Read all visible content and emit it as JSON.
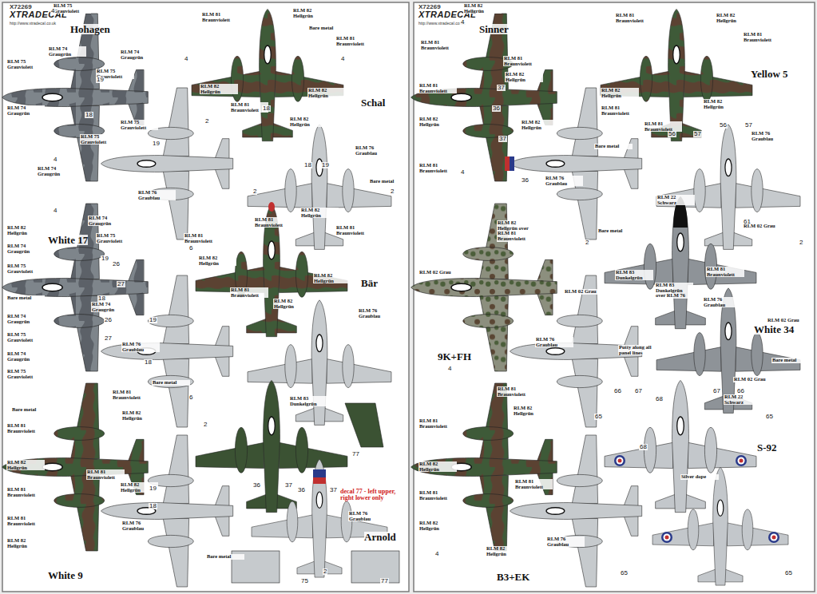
{
  "diagram": {
    "labels": [
      "X72269",
      "XTRADECAL",
      "http://www.xtradecal.co.uk",
      "Hohagen",
      "RLM 75 Grauviolett",
      "RLM 74 Graugrün",
      "RLM 74 Graugrün",
      "RLM 75 Grauviolett",
      "RLM 75 Grauviolett",
      "RLM 74 Graugrün",
      "RLM 75 Grauviolett",
      "RLM 75 Grauviolett",
      "RLM 74 Graugrün",
      "4",
      "4",
      "19",
      "18",
      "Schal",
      "RLM 81 Braunviolett",
      "RLM 82 Hellgrün",
      "Bare metal",
      "RLM 81 Braunviolett",
      "RLM 82 Hellgrün",
      "RLM 82 Hellgrün",
      "RLM 81 Braunviolett",
      "RLM 82 Hellgrün",
      "RLM 76 Graublau",
      "Bare metal",
      "4",
      "4",
      "18",
      "18",
      "19",
      "19",
      "RLM 76 Graublau",
      "2",
      "2",
      "2",
      "2",
      "White 17",
      "RLM 82 Hellgrün",
      "RLM 74 Graugrün",
      "RLM 75 Grauviolett",
      "RLM 74 Graugrün",
      "RLM 75 Grauviolett",
      "Bare metal",
      "RLM 74 Graugrün",
      "RLM 74 Graugrün",
      "RLM 75 Grauviolett",
      "RLM 74 Graugrün",
      "RLM 75 Grauviolett",
      "19",
      "26",
      "27",
      "18",
      "4",
      "Bär",
      "RLM 82 Hellgrün",
      "RLM 81 Braunviolett",
      "RLM 81 Braunviolett",
      "RLM 81 Braunviolett",
      "RLM 82 Hellgrün",
      "RLM 82 Hellgrün",
      "RLM 81 Braunviolett",
      "RLM 82 Hellgrün",
      "RLM 76 Graublau",
      "RLM 76 Graublau",
      "26",
      "19",
      "27",
      "18",
      "6",
      "6",
      "Bare metal",
      "White 9",
      "Bare metal",
      "RLM 81 Braunviolett",
      "RLM 82 Hellgrün",
      "RLM 81 Braunviolett",
      "RLM 82 Hellgrün",
      "RLM 81 Braunviolett",
      "RLM 81 Braunviolett",
      "RLM 82 Hellgrün",
      "RLM 81 Braunviolett",
      "RLM 82 Hellgrün",
      "RLM 76 Graublau",
      "Bare metal",
      "19",
      "18",
      "RLM 83 Dunkelgrün",
      "36",
      "37",
      "36",
      "37",
      "77",
      "decal 77 - left upper, right lower only",
      "RLM 76 Graublau",
      "75",
      "77",
      "2",
      "2",
      "Arnold",
      "X72269",
      "XTRADECAL",
      "http://www.xtradecal.co.uk",
      "Sinner",
      "RLM 82 Hellgrün",
      "RLM 81 Braunviolett",
      "RLM 81 Braunviolett",
      "RLM 82 Hellgrün",
      "RLM 81 Braunviolett",
      "RLM 82 Hellgrün",
      "RLM 82 Hellgrün",
      "RLM 81 Braunviolett",
      "37",
      "36",
      "Yellow 5",
      "RLM 81 Braunviolett",
      "RLM 82 Hellgrün",
      "RLM 81 Braunviolett",
      "RLM 82 Hellgrün",
      "RLM 81 Braunviolett",
      "RLM 82 Hellgrün",
      "RLM 81 Braunviolett",
      "RLM 76 Graublau",
      "56",
      "57",
      "56",
      "57",
      "Bare metal",
      "RLM 76 Graublau",
      "37",
      "36",
      "61",
      "9K+FH",
      "RLM 82 Hellgrün over RLM 81 Braunviolett",
      "RLM 02 Grau",
      "RLM 02 Grau",
      "RLM 76 Graublau",
      "White 34",
      "RLM 22 Schwarz",
      "RLM 02 Grau",
      "Bare metal",
      "RLM 83 Dunkelgrün",
      "RLM 83 Dunkelgrün over RLM 76",
      "RLM 81 Braunviolett",
      "RLM 76 Graublau",
      "RLM 02 Grau",
      "Putty along all panel lines",
      "Bare metal",
      "RLM 02 Grau",
      "RLM 22 Schwarz",
      "S-92",
      "Silver dope",
      "B3+EK",
      "RLM 81 Braunviolett",
      "RLM 82 Hellgrün",
      "RLM 81 Braunviolett",
      "RLM 82 Hellgrün",
      "RLM 81 Braunviolett",
      "RLM 81 Braunviolett",
      "RLM 82 Hellgrün",
      "RLM 82 Hellgrün",
      "RLM 76 Graublau",
      "65",
      "66",
      "67",
      "68",
      "66",
      "67",
      "65",
      "68",
      "65",
      "65",
      "4",
      "4",
      "4",
      "4",
      "2",
      "2"
    ]
  }
}
